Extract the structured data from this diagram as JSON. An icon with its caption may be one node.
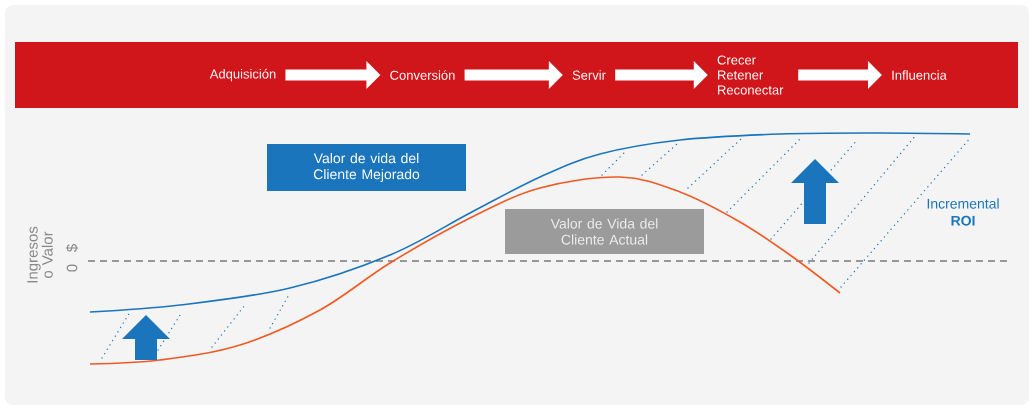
{
  "diagram": {
    "nodes": [
      {
        "text": [],
        "shape": "band"
      },
      {
        "text": [
          "Adquisición"
        ],
        "in": 0
      },
      {
        "text": [
          "Conversión"
        ],
        "in": 0
      },
      {
        "text": [
          "Servir"
        ],
        "in": 0
      },
      {
        "text": [
          "Crecer Retener Reconectar"
        ],
        "in": 0
      },
      {
        "text": [
          "Influencia"
        ],
        "in": 0
      },
      {
        "text": [
          "Valor de vida del Cliente Mejorado"
        ]
      },
      {
        "text": [
          "Valor de Vida del Cliente Actual"
        ]
      }
    ],
    "edges": [
      {
        "from": 1,
        "to": 2,
        "arrow": "to",
        "color": "#ffffff"
      },
      {
        "from": 2,
        "to": 3,
        "arrow": "to",
        "color": "#ffffff"
      },
      {
        "from": 3,
        "to": 4,
        "arrow": "to",
        "color": "#ffffff"
      },
      {
        "from": 4,
        "to": 5,
        "arrow": "to",
        "color": "#ffffff"
      }
    ],
    "labels": [
      "Ingresos o Valor",
      "$",
      "0",
      "Incremental **ROI**"
    ]
  }
}
